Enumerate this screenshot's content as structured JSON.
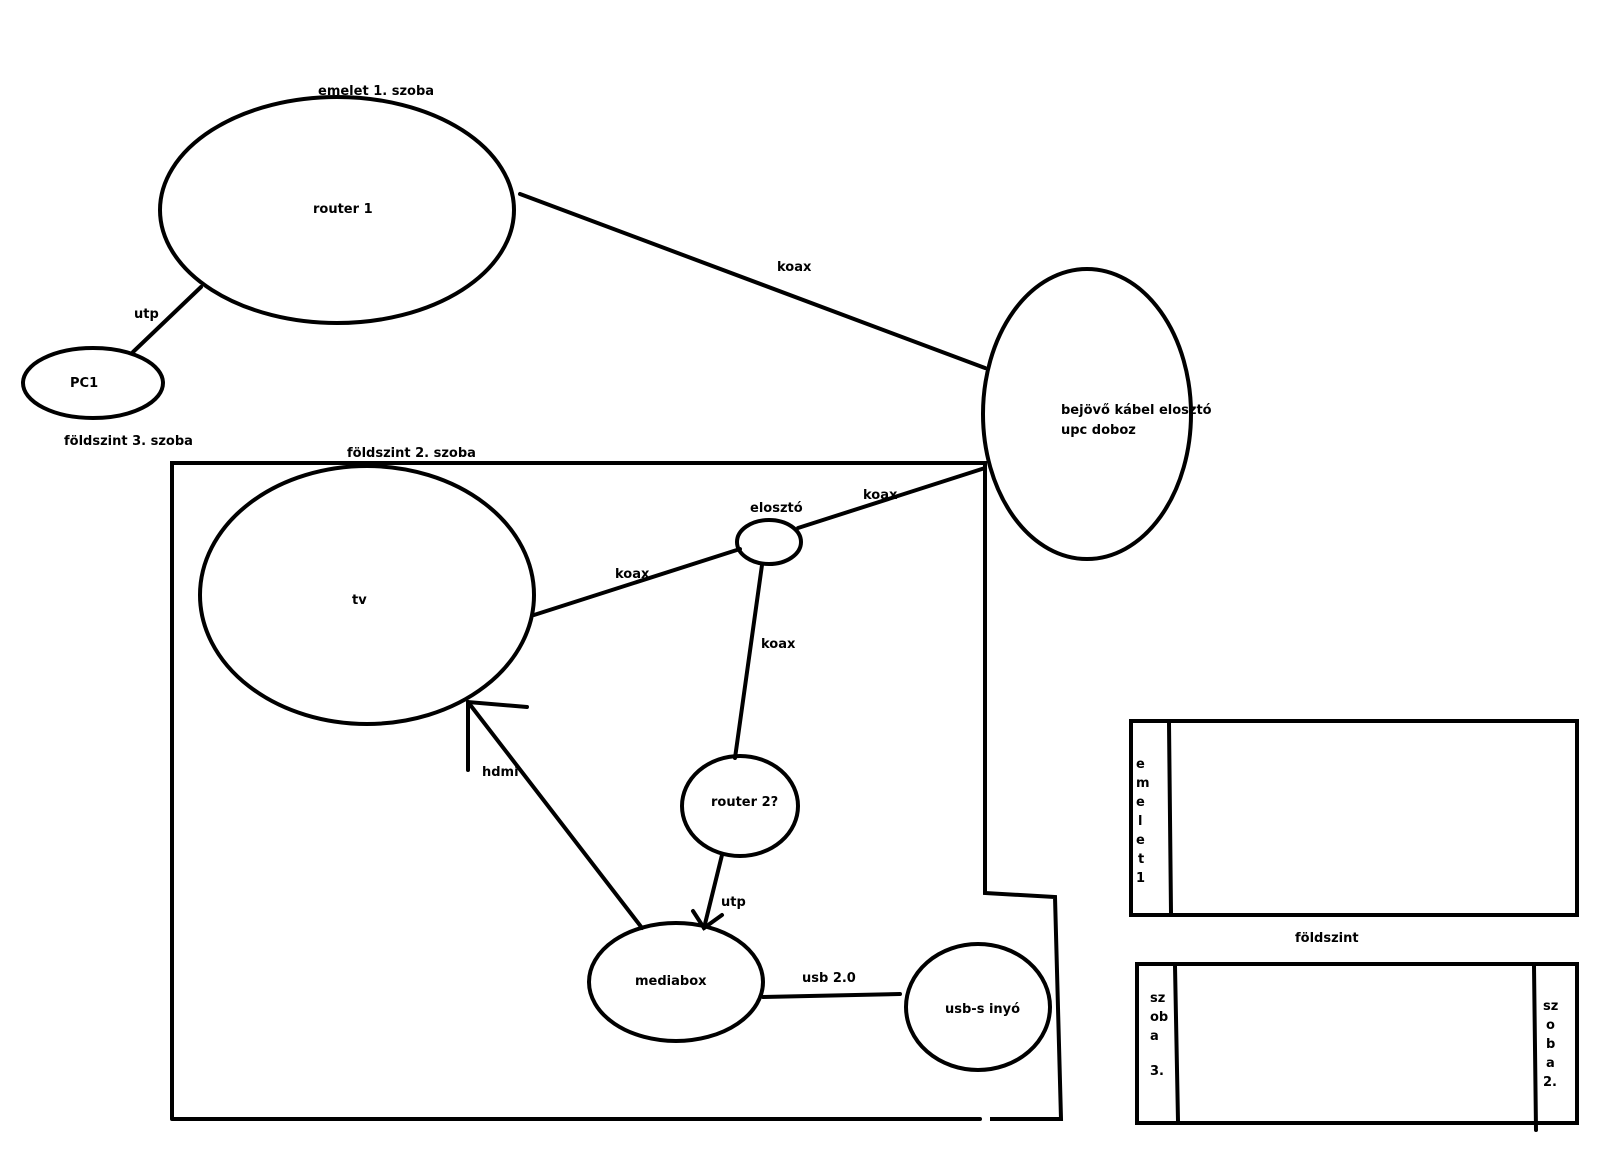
{
  "labels": {
    "emelet_1_szoba": "emelet 1. szoba",
    "router1": "router  1",
    "koax_top": "koax",
    "utp_top": "utp",
    "pc1": "PC1",
    "foldszint_3_szoba": "földszint 3. szoba",
    "foldszint_2_szoba": "földszint 2. szoba",
    "bejovo_line1": "bejövő kábel elosztó",
    "bejovo_line2": "upc doboz",
    "koax_right": "koax",
    "eloszto": "elosztó",
    "koax_tv": "koax",
    "tv": "tv",
    "koax_vertical": "koax",
    "hdmi": "hdmi",
    "router2": "router 2?",
    "utp_bottom": "utp",
    "mediabox": "mediabox",
    "usb20": "usb 2.0",
    "usb_inyo": "usb-s   inyó",
    "foldszint": "földszint"
  },
  "legend_emelet": [
    "e",
    "m",
    "e",
    "l",
    "e",
    "t",
    "1"
  ],
  "legend_szoba3": [
    "sz",
    "ob",
    "a",
    "",
    "3."
  ],
  "legend_szoba2": [
    "sz",
    "o",
    "b",
    "a",
    "2."
  ]
}
